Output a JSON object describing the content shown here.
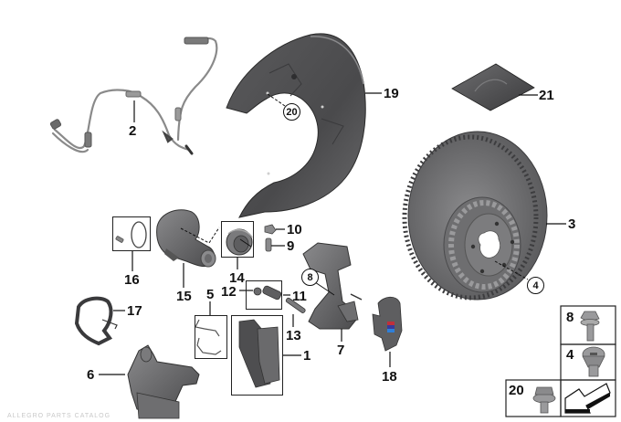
{
  "diagram": {
    "title": "",
    "type": "exploded parts diagram - rear brake assembly",
    "colors": {
      "part_fill": "#5e5e60",
      "part_dark": "#3c3c3e",
      "part_light": "#8a8a8c",
      "line": "#111111",
      "badge_red": "#c0303a",
      "badge_blue": "#2f5fc8"
    },
    "callouts": [
      {
        "id": "1",
        "text": "1",
        "part": "brake-pad-set"
      },
      {
        "id": "2",
        "text": "2",
        "part": "brake-wear-sensor-cable"
      },
      {
        "id": "3",
        "text": "3",
        "part": "brake-disc"
      },
      {
        "id": "4",
        "text": "4",
        "part": "disc-screw",
        "circled": true
      },
      {
        "id": "5",
        "text": "5",
        "part": "wear-sensor-set"
      },
      {
        "id": "6",
        "text": "6",
        "part": "brake-caliper-housing"
      },
      {
        "id": "7",
        "text": "7",
        "part": "caliper-carrier"
      },
      {
        "id": "8",
        "text": "8",
        "part": "carrier-bolt",
        "circled": true
      },
      {
        "id": "9",
        "text": "9",
        "part": "bleeder-valve"
      },
      {
        "id": "10",
        "text": "10",
        "part": "dust-cap"
      },
      {
        "id": "11",
        "text": "11",
        "part": "guide-sleeve-set"
      },
      {
        "id": "12",
        "text": "12",
        "part": "protective-cap"
      },
      {
        "id": "13",
        "text": "13",
        "part": "guide-bolt"
      },
      {
        "id": "14",
        "text": "14",
        "part": "sealing-ring-bellows"
      },
      {
        "id": "15",
        "text": "15",
        "part": "parking-brake-actuator"
      },
      {
        "id": "16",
        "text": "16",
        "part": "repair-kit-oring-screw"
      },
      {
        "id": "17",
        "text": "17",
        "part": "bracket"
      },
      {
        "id": "18",
        "text": "18",
        "part": "caliper-cover-m-badge"
      },
      {
        "id": "19",
        "text": "19",
        "part": "protection-plate"
      },
      {
        "id": "20",
        "text": "20",
        "part": "hex-bolt",
        "circled": true
      },
      {
        "id": "21",
        "text": "21",
        "part": "rubber-pad"
      }
    ],
    "fastener_table": {
      "cells": [
        {
          "label": "8",
          "icon": "flange-bolt-icon"
        },
        {
          "label": "4",
          "icon": "countersunk-screw-icon"
        },
        {
          "label": "20",
          "icon": "hex-bolt-icon"
        },
        {
          "label": "",
          "icon": "direction-arrow-icon"
        }
      ]
    },
    "watermark": "ALLEGRO PARTS CATALOG"
  }
}
